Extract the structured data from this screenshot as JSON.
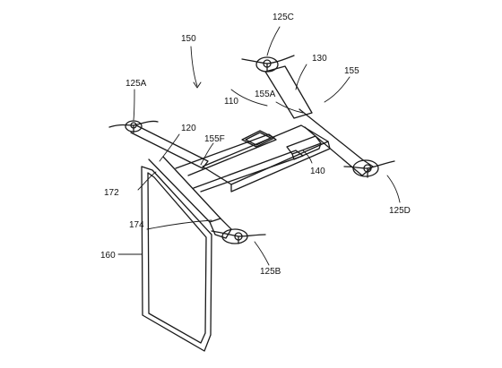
{
  "figure": {
    "labels": {
      "drone": "150",
      "rotor_a": "125A",
      "rotor_b": "125B",
      "rotor_c": "125C",
      "rotor_d": "125D",
      "frame": "110",
      "rear_beam": "130",
      "rear_beam_right": "155",
      "center_part": "155A",
      "front_beam": "120",
      "front_part": "155F",
      "mount": "140",
      "upper_attach": "172",
      "lower_attach": "174",
      "panel": "160"
    }
  }
}
